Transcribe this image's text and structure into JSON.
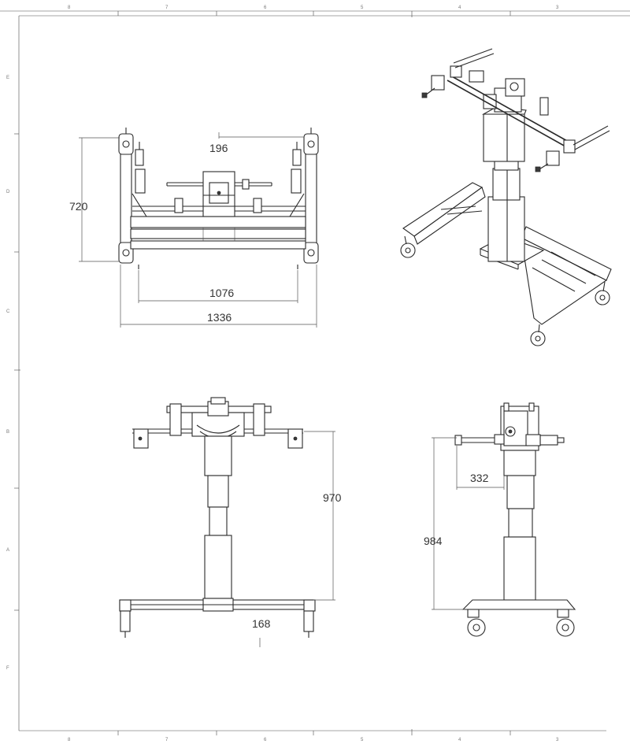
{
  "dimensions": {
    "top_view": {
      "width_total": "1336",
      "wheel_track": "1076",
      "depth": "720",
      "mount_width": "196"
    },
    "front_view": {
      "height": "970",
      "foot_height": "168"
    },
    "side_view": {
      "height": "984",
      "arm_offset": "332"
    }
  },
  "frame_marks": {
    "top": [
      "8",
      "7",
      "6",
      "5",
      "4",
      "3"
    ],
    "bottom": [
      "8",
      "7",
      "6",
      "5",
      "4",
      "3"
    ],
    "left": [
      "E",
      "D",
      "C",
      "B",
      "A",
      "F"
    ]
  }
}
